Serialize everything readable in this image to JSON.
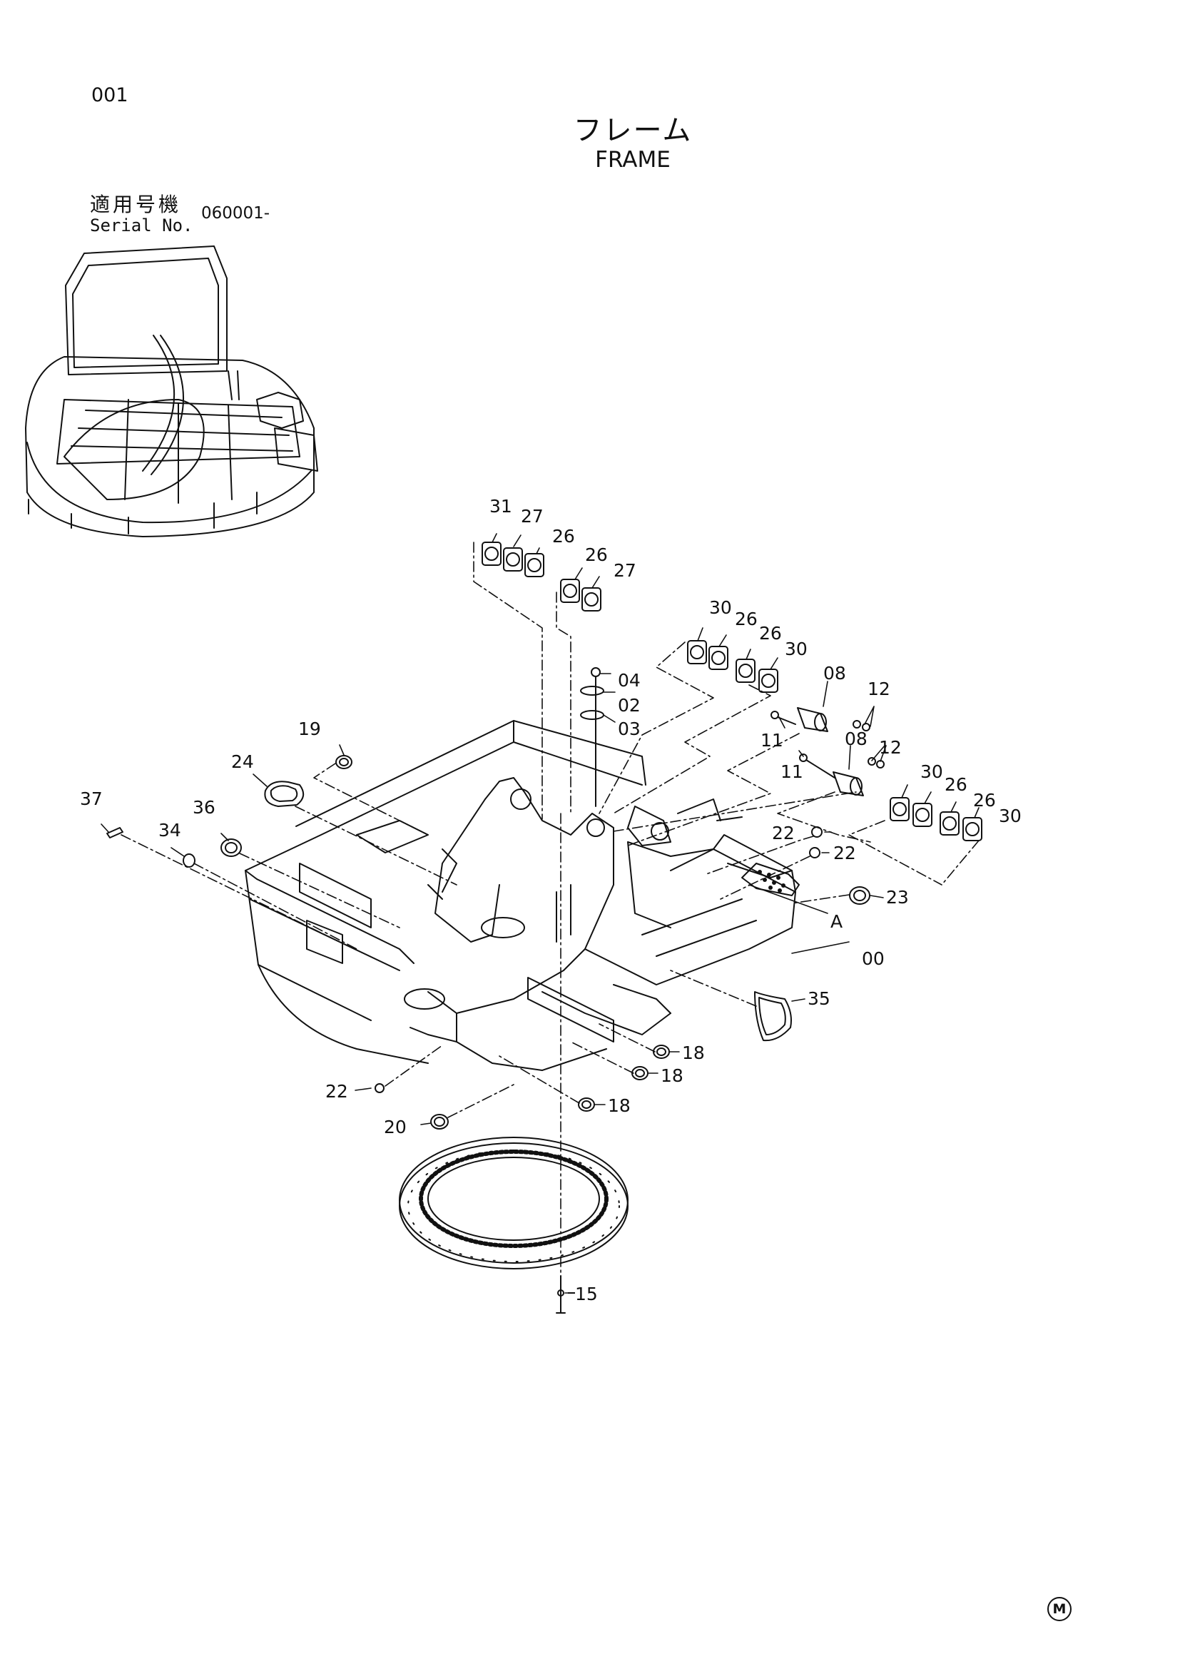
{
  "page": {
    "number": "001",
    "title_jp": "フレーム",
    "title_en": "FRAME",
    "serial_label_jp": "適用号機",
    "serial_label_en": "Serial No.",
    "serial_value": "060001-",
    "mark": "M"
  },
  "callouts": [
    {
      "id": "c31a",
      "label": "31"
    },
    {
      "id": "c27a",
      "label": "27"
    },
    {
      "id": "c26a",
      "label": "26"
    },
    {
      "id": "c26b",
      "label": "26"
    },
    {
      "id": "c27b",
      "label": "27"
    },
    {
      "id": "c30a",
      "label": "30"
    },
    {
      "id": "c26c",
      "label": "26"
    },
    {
      "id": "c26d",
      "label": "26"
    },
    {
      "id": "c30b",
      "label": "30"
    },
    {
      "id": "c04",
      "label": "04"
    },
    {
      "id": "c02",
      "label": "02"
    },
    {
      "id": "c03",
      "label": "03"
    },
    {
      "id": "c08a",
      "label": "08"
    },
    {
      "id": "c12a",
      "label": "12"
    },
    {
      "id": "c11a",
      "label": "11"
    },
    {
      "id": "c08b",
      "label": "08"
    },
    {
      "id": "c12b",
      "label": "12"
    },
    {
      "id": "c11b",
      "label": "11"
    },
    {
      "id": "c30c",
      "label": "30"
    },
    {
      "id": "c26e",
      "label": "26"
    },
    {
      "id": "c26f",
      "label": "26"
    },
    {
      "id": "c30d",
      "label": "30"
    },
    {
      "id": "c19",
      "label": "19"
    },
    {
      "id": "c24",
      "label": "24"
    },
    {
      "id": "c37",
      "label": "37"
    },
    {
      "id": "c36",
      "label": "36"
    },
    {
      "id": "c34",
      "label": "34"
    },
    {
      "id": "c22a",
      "label": "22"
    },
    {
      "id": "c22b",
      "label": "22"
    },
    {
      "id": "c23",
      "label": "23"
    },
    {
      "id": "cA",
      "label": "A"
    },
    {
      "id": "c00",
      "label": "00"
    },
    {
      "id": "c35",
      "label": "35"
    },
    {
      "id": "c18a",
      "label": "18"
    },
    {
      "id": "c18b",
      "label": "18"
    },
    {
      "id": "c18c",
      "label": "18"
    },
    {
      "id": "c22c",
      "label": "22"
    },
    {
      "id": "c20",
      "label": "20"
    },
    {
      "id": "c15",
      "label": "15"
    }
  ]
}
